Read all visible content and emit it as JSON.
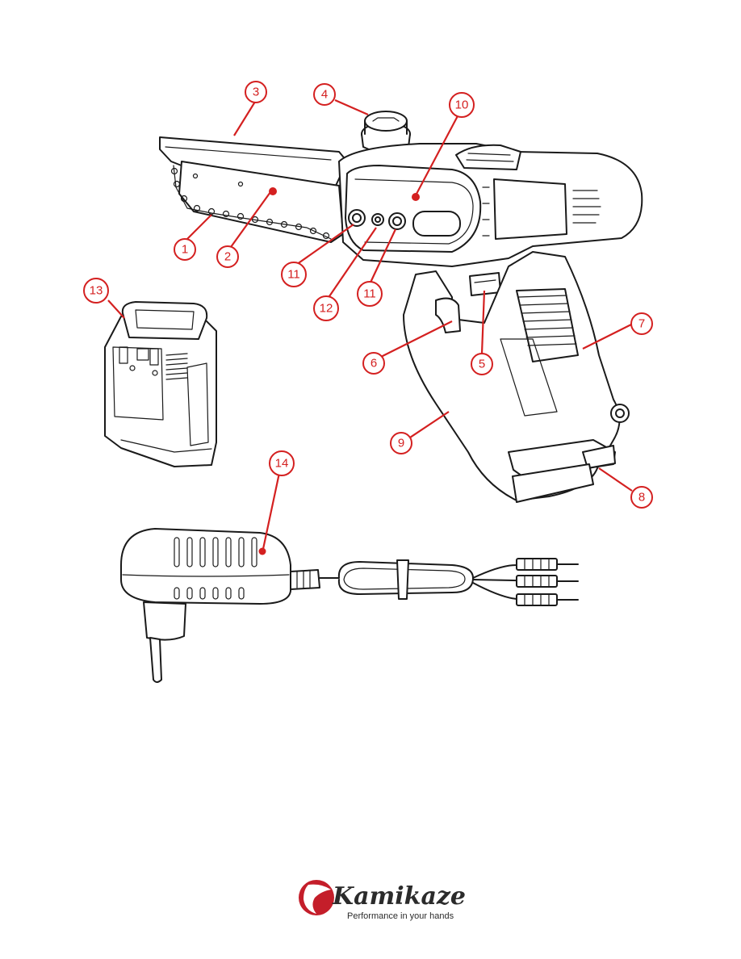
{
  "callouts": [
    {
      "id": "c1",
      "label": "1"
    },
    {
      "id": "c2",
      "label": "2"
    },
    {
      "id": "c3",
      "label": "3"
    },
    {
      "id": "c4",
      "label": "4"
    },
    {
      "id": "c5",
      "label": "5"
    },
    {
      "id": "c6",
      "label": "6"
    },
    {
      "id": "c7",
      "label": "7"
    },
    {
      "id": "c8",
      "label": "8"
    },
    {
      "id": "c9",
      "label": "9"
    },
    {
      "id": "c10",
      "label": "10"
    },
    {
      "id": "c11a",
      "label": "11"
    },
    {
      "id": "c11b",
      "label": "11"
    },
    {
      "id": "c12",
      "label": "12"
    },
    {
      "id": "c13",
      "label": "13"
    },
    {
      "id": "c14",
      "label": "14"
    }
  ],
  "brand": {
    "name": "Kamikaze",
    "tagline": "Performance in your hands",
    "mark_color": "#c41e2a",
    "callout_color": "#d42020"
  }
}
